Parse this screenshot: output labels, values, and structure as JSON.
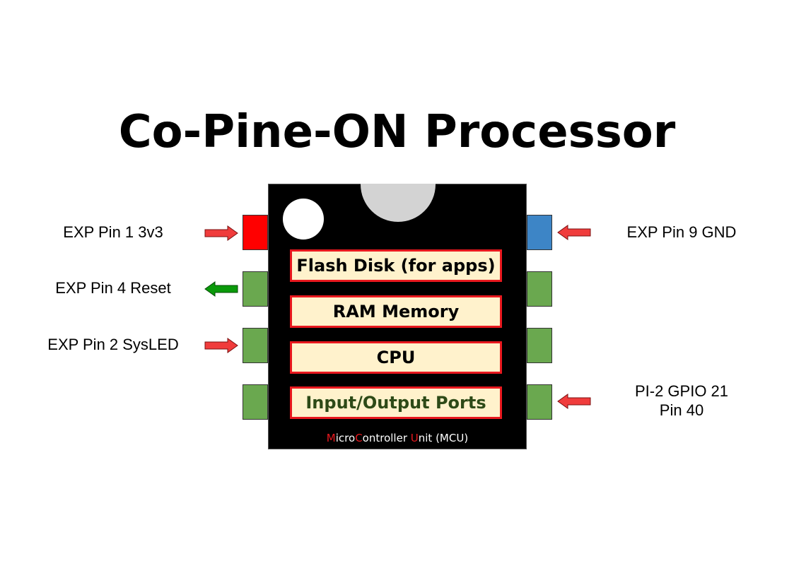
{
  "title": "Co-Pine-ON Processor",
  "chip": {
    "blocks": [
      {
        "label": "Flash Disk (for apps)"
      },
      {
        "label": "RAM Memory"
      },
      {
        "label": "CPU"
      },
      {
        "label": "Input/Output Ports"
      }
    ],
    "footer": {
      "m": "M",
      "icro": "icro",
      "c": "C",
      "ontroller": "ontroller",
      "u": "U",
      "nit": "nit (MCU)"
    }
  },
  "pins_left": [
    {
      "label": "EXP Pin 1 3v3",
      "color": "#ff0000",
      "arrow": "in",
      "arrow_color": "#f03c3c"
    },
    {
      "label": "EXP Pin 4 Reset",
      "color": "#6aa84f",
      "arrow": "out",
      "arrow_color": "#0a9a0a"
    },
    {
      "label": "EXP Pin 2 SysLED",
      "color": "#6aa84f",
      "arrow": "in",
      "arrow_color": "#f03c3c"
    },
    {
      "label": "",
      "color": "#6aa84f",
      "arrow": "none"
    }
  ],
  "pins_right": [
    {
      "label": "EXP Pin 9 GND",
      "color": "#3d85c6",
      "arrow": "in",
      "arrow_color": "#f03c3c"
    },
    {
      "label": "",
      "color": "#6aa84f",
      "arrow": "none"
    },
    {
      "label": "",
      "color": "#6aa84f",
      "arrow": "none"
    },
    {
      "label_line1": "PI-2 GPIO 21",
      "label_line2": "Pin 40",
      "color": "#6aa84f",
      "arrow": "in",
      "arrow_color": "#f03c3c"
    }
  ]
}
